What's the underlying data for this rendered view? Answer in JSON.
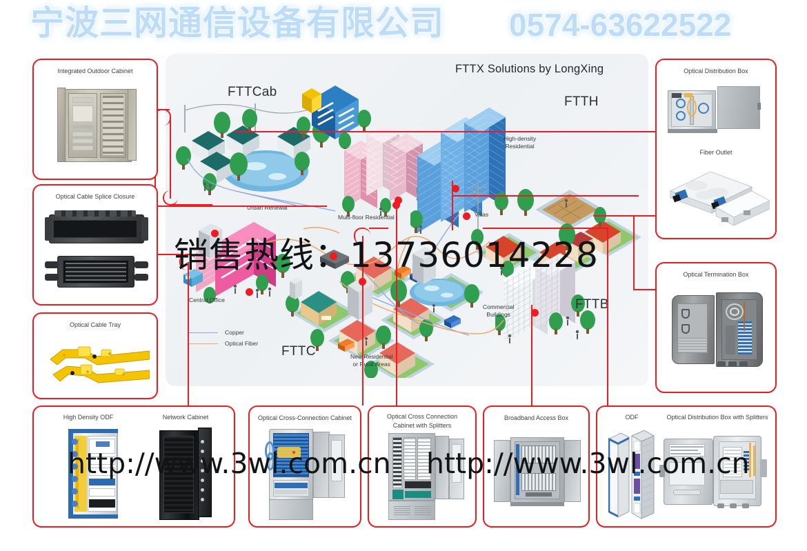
{
  "header": {
    "company_cn": "宁波三网通信设备有限公司",
    "phone": "0574-63622522"
  },
  "watermarks": {
    "sales_hotline": "销售热线：13736014228",
    "url_left": "http://www.3wl.com.cn",
    "url_right": "http://www.3wl.com.cn"
  },
  "diagram": {
    "title": "FTTX Solutions by LongXing",
    "labels": {
      "fttcab": "FTTCab",
      "ftth": "FTTH",
      "fttb": "FTTB",
      "fttc": "FTTC",
      "urban_renewal": "Urban Renewal",
      "multifloor": "Multi-floor Residential",
      "high_density": "High-density\nResidential",
      "villas": "Villas",
      "central_office": "Central Office",
      "commercial": "Commercial\nBuildings",
      "new_residential": "New Residential\nor Rural Areas"
    },
    "legend": [
      {
        "label": "Copper",
        "color": "#8fa8d8"
      },
      {
        "label": "Optical Fiber",
        "color": "#eda766"
      }
    ]
  },
  "panels": {
    "left_top": {
      "caption": "Integrated Outdoor Cabinet"
    },
    "left_mid": {
      "caption": "Optical Cable Splice Closure"
    },
    "left_low": {
      "caption": "Optical Cable Tray"
    },
    "right_top": {
      "caption_1": "Optical Distribution Box",
      "caption_2": "Fiber Outlet"
    },
    "right_mid": {
      "caption": "Optical Termination Box"
    },
    "bottom_1": {
      "caption_1": "High Density ODF",
      "caption_2": "Network Cabinet"
    },
    "bottom_2": {
      "caption": "Optical Cross-Connection Cabinet"
    },
    "bottom_3": {
      "caption": "Optical Cross Connection\nCabinet with Splitters"
    },
    "bottom_4": {
      "caption": "Broadband Access Box"
    },
    "bottom_5": {
      "caption_1": "ODF",
      "caption_2": "Optical Distribution Box with Splitters"
    }
  },
  "colors": {
    "accent_red": "#ee1c21",
    "header_blue": "#bcdcf7",
    "copper_line": "#8fa8d8",
    "fiber_line": "#eda766"
  }
}
